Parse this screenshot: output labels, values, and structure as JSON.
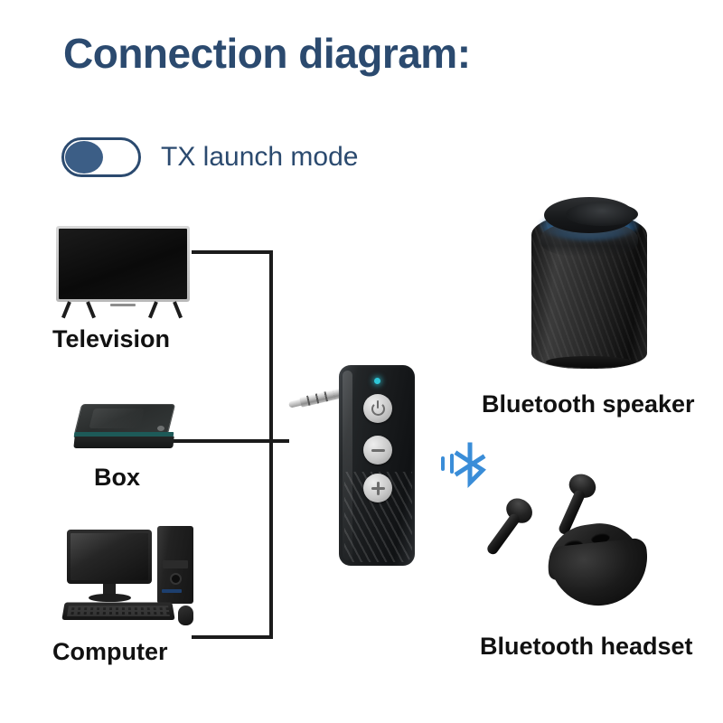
{
  "page": {
    "title": "Connection diagram:",
    "background_color": "#ffffff",
    "title_color": "#2b4a6f"
  },
  "mode_toggle": {
    "label": "TX launch mode",
    "state": "on",
    "knob_position": "left",
    "track_color": "#ffffff",
    "border_color": "#2b4a6f",
    "knob_color": "#3c5e86",
    "name": "tx-launch-mode"
  },
  "sources": [
    {
      "id": "television",
      "label": "Television",
      "icon": "television-icon"
    },
    {
      "id": "box",
      "label": "Box",
      "icon": "set-top-box-icon"
    },
    {
      "id": "computer",
      "label": "Computer",
      "icon": "desktop-computer-icon"
    }
  ],
  "device": {
    "name": "bluetooth-audio-transmitter",
    "led_color": "#2ec7d8",
    "buttons": [
      {
        "id": "power",
        "glyph": "power-icon"
      },
      {
        "id": "volume-down",
        "glyph": "minus-icon"
      },
      {
        "id": "volume-up",
        "glyph": "plus-icon"
      }
    ],
    "connector": "3.5mm-audio-jack"
  },
  "wireless": {
    "icon": "bluetooth-icon",
    "color": "#3a8dd8"
  },
  "outputs": [
    {
      "id": "bluetooth-speaker",
      "label": "Bluetooth speaker",
      "icon": "smart-speaker-icon",
      "glow_color": "#4f9ee0"
    },
    {
      "id": "bluetooth-headset",
      "label": "Bluetooth headset",
      "icon": "earbuds-icon"
    }
  ],
  "connector_lines": {
    "color": "#1b1b1b",
    "description": "wired-connections-from-sources-to-transmitter"
  }
}
